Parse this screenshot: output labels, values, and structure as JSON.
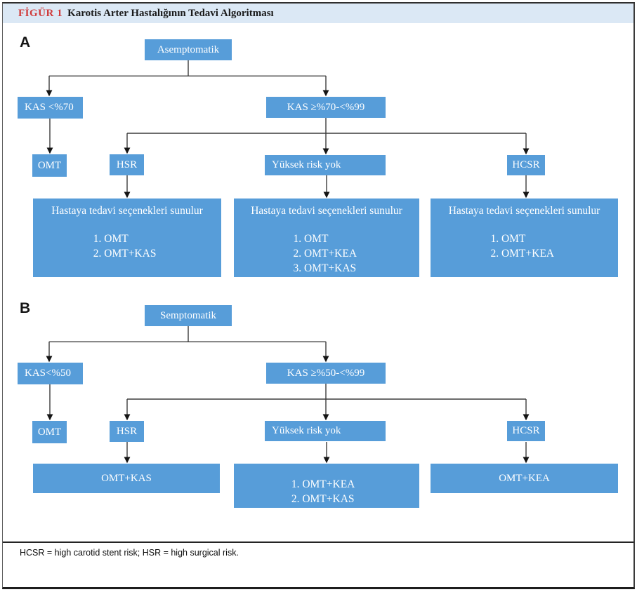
{
  "figure": {
    "label": "FİGÜR 1",
    "title": "Karotis Arter Hastalığının Tedavi Algoritması"
  },
  "colors": {
    "box_blue": "#579dd9",
    "header_bg": "#dbe8f5",
    "label_red": "#d03a3a",
    "line": "#3c3c3c"
  },
  "footnote": "HCSR = high carotid stent risk; HSR = high surgical risk.",
  "panel_a": {
    "label": "A",
    "root": "Asemptomatik",
    "left_branch": "KAS <%70",
    "right_branch": "KAS ≥%70-<%99",
    "omt": "OMT",
    "hsr": "HSR",
    "no_high_risk": "Yüksek risk yok",
    "hcsr": "HCSR",
    "option_boxes": [
      {
        "title": "Hastaya tedavi seçenekleri sunulur",
        "options": [
          "1. OMT",
          "2. OMT+KAS"
        ]
      },
      {
        "title": "Hastaya tedavi seçenekleri sunulur",
        "options": [
          "1. OMT",
          "2. OMT+KEA",
          "3. OMT+KAS"
        ]
      },
      {
        "title": "Hastaya tedavi seçenekleri sunulur",
        "options": [
          "1. OMT",
          "2. OMT+KEA"
        ]
      }
    ]
  },
  "panel_b": {
    "label": "B",
    "root": "Semptomatik",
    "left_branch": "KAS<%50",
    "right_branch": "KAS ≥%50-<%99",
    "omt": "OMT",
    "hsr": "HSR",
    "no_high_risk": "Yüksek risk yok",
    "hcsr": "HCSR",
    "hsr_outcome": "OMT+KAS",
    "no_risk_outcome": [
      "1. OMT+KEA",
      "2. OMT+KAS"
    ],
    "hcsr_outcome": "OMT+KEA"
  }
}
